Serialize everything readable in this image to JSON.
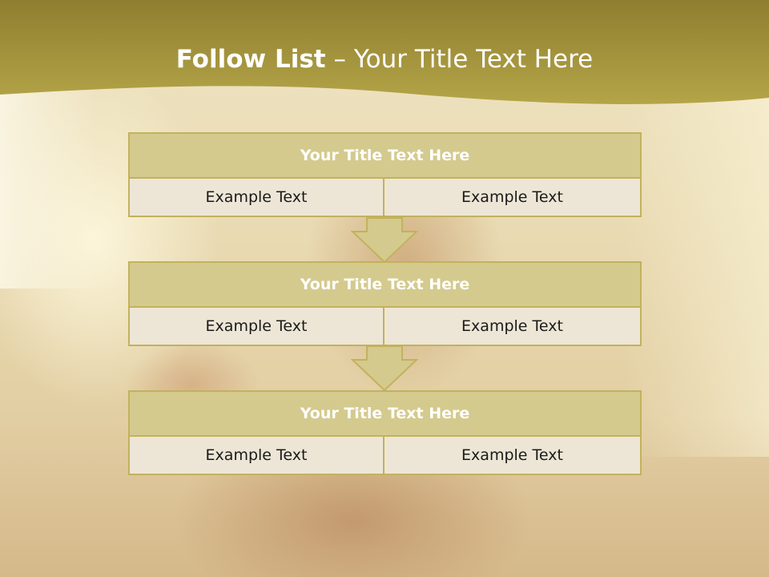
{
  "slide": {
    "title_bold": "Follow List",
    "title_rest": " – Your Title Text Here"
  },
  "blocks": [
    {
      "title": "Your Title Text Here",
      "cells": [
        "Example Text",
        "Example Text"
      ]
    },
    {
      "title": "Your Title Text Here",
      "cells": [
        "Example Text",
        "Example Text"
      ]
    },
    {
      "title": "Your Title Text Here",
      "cells": [
        "Example Text",
        "Example Text"
      ]
    }
  ],
  "colors": {
    "header_band": "#a99a3c",
    "block_title_fill": "#d4ca8e",
    "block_border": "#c2b25c",
    "cell_fill": "#ede6d6",
    "arrow_fill": "#d4ca8e",
    "title_text": "#ffffff"
  },
  "icons": [
    "down-arrow-icon",
    "down-arrow-icon"
  ]
}
